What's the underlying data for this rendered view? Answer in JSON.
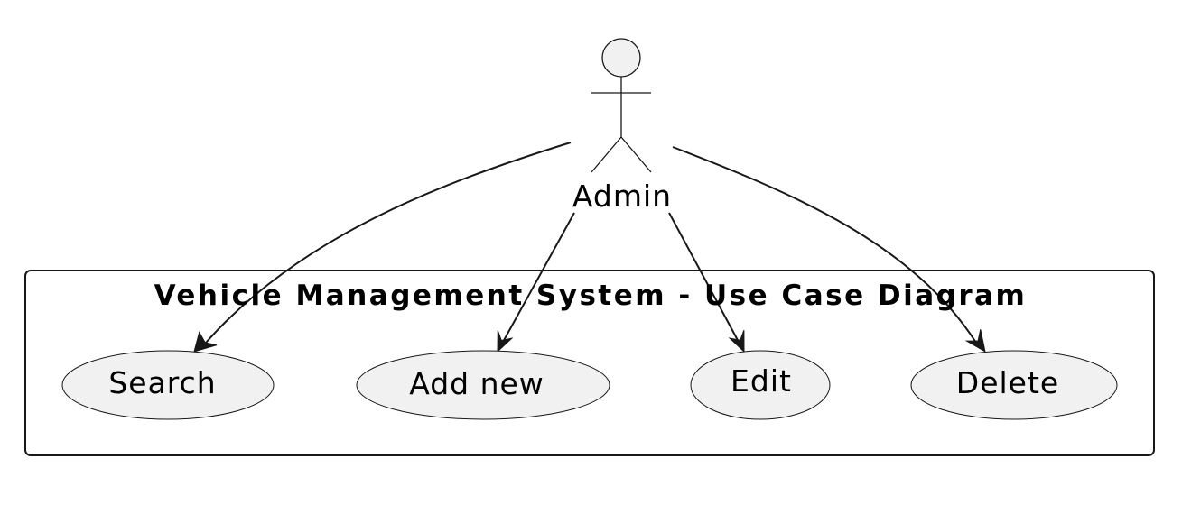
{
  "diagram": {
    "type": "use-case",
    "boundary_title": "Vehicle Management System - Use Case Diagram",
    "actor": {
      "name": "Admin"
    },
    "use_cases": [
      {
        "id": "search",
        "label": "Search"
      },
      {
        "id": "add-new",
        "label": "Add new"
      },
      {
        "id": "edit",
        "label": "Edit"
      },
      {
        "id": "delete",
        "label": "Delete"
      }
    ],
    "associations": [
      {
        "from": "Admin",
        "to": "Search"
      },
      {
        "from": "Admin",
        "to": "Add new"
      },
      {
        "from": "Admin",
        "to": "Edit"
      },
      {
        "from": "Admin",
        "to": "Delete"
      }
    ]
  }
}
